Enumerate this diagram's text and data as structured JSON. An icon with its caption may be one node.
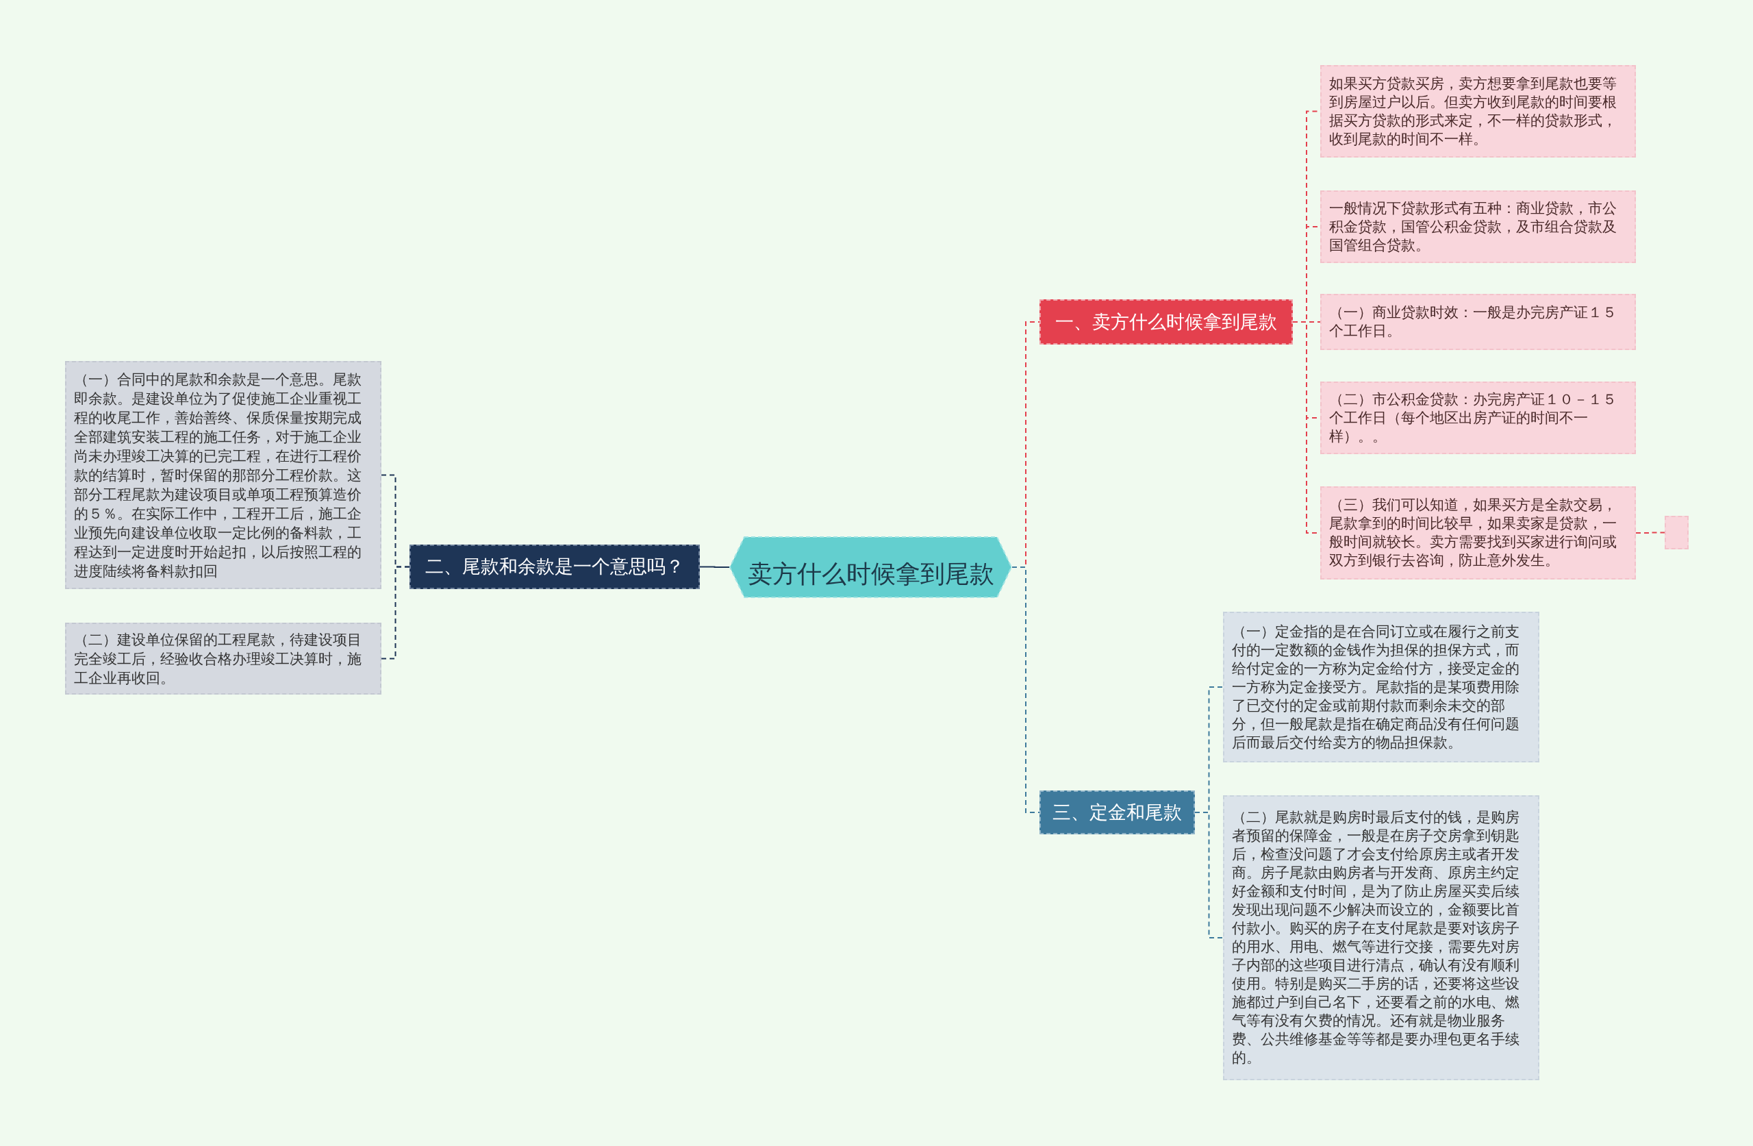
{
  "diagram": {
    "nodes": [
      {
        "text": [
          "卖方什么时候拿到尾款"
        ]
      },
      {
        "text": [
          "一、卖方什么时候拿到尾款"
        ]
      },
      {
        "text": [
          "如果买方贷款买房，卖方想要拿到尾款也要等到房屋过户以后。但卖方收到尾款的时间要根据买方贷款的形式来定，不一样的贷款形式，收到尾款的时间不一样。"
        ]
      },
      {
        "text": [
          "一般情况下贷款形式有五种：商业贷款，市公积金贷款，国管公积金贷款，及市组合贷款及国管组合贷款。"
        ]
      },
      {
        "text": [
          "（一）商业贷款时效：一般是办完房产证１５个工作日。"
        ]
      },
      {
        "text": [
          "（二）市公积金贷款：办完房产证１０－１５个工作日（每个地区出房产证的时间不一样）。。"
        ]
      },
      {
        "text": [
          "（三）我们可以知道，如果买方是全款交易，尾款拿到的时间比较早，如果卖家是贷款，一般时间就较长。卖方需要找到买家进行询问或双方到银行去咨询，防止意外发生。"
        ]
      },
      {
        "text": [],
        "shape": "box"
      },
      {
        "text": [
          "二、尾款和余款是一个意思吗？"
        ]
      },
      {
        "text": [
          "（一）合同中的尾款和余款是一个意思。尾款即余款。是建设单位为了促使施工企业重视工程的收尾工作，善始善终、保质保量按期完成全部建筑安装工程的施工任务，对于施工企业尚未办理竣工决算的已完工程，在进行工程价款的结算时，暂时保留的那部分工程价款。这部分工程尾款为建设项目或单项工程预算造价的５％。在实际工作中，工程开工后，施工企业预先向建设单位收取一定比例的备料款，工程达到一定进度时开始起扣，以后按照工程的进度陆续将备料款扣回"
        ]
      },
      {
        "text": [
          "（二）建设单位保留的工程尾款，待建设项目完全竣工后，经验收合格办理竣工决算时，施工企业再收回。"
        ]
      },
      {
        "text": [
          "三、定金和尾款"
        ]
      },
      {
        "text": [
          "（一）定金指的是在合同订立或在履行之前支付的一定数额的金钱作为担保的担保方式，而给付定金的一方称为定金给付方，接受定金的一方称为定金接受方。尾款指的是某项费用除了已交付的定金或前期付款而剩余未交的部分，但一般尾款是指在确定商品没有任何问题后而最后交付给卖方的物品担保款。"
        ]
      },
      {
        "text": [
          "（二）尾款就是购房时最后支付的钱，是购房者预留的保障金，一般是在房子交房拿到钥匙后，检查没问题了才会支付给原房主或者开发商。房子尾款由购房者与开发商、原房主约定好金额和支付时间，是为了防止房屋买卖后续发现出现问题不少解决而设立的，金额要比首付款小。购买的房子在支付尾款是要对该房子的用水、用电、燃气等进行交接，需要先对房子内部的这些项目进行清点，确认有没有顺利使用。特别是购买二手房的话，还要将这些设施都过户到自己名下，还要看之前的水电、燃气等有没有欠费的情况。还有就是物业服务费、公共维修基金等等都是要办理包更名手续的。"
        ]
      }
    ],
    "edges": [
      {
        "from": 0,
        "to": 1,
        "arrow": "none",
        "style": "dashed",
        "color": "#e4404e"
      },
      {
        "from": 1,
        "to": 2,
        "arrow": "none",
        "style": "dashed",
        "color": "#e4404e"
      },
      {
        "from": 1,
        "to": 3,
        "arrow": "none",
        "style": "dashed",
        "color": "#e4404e"
      },
      {
        "from": 1,
        "to": 4,
        "arrow": "none",
        "style": "dashed",
        "color": "#e4404e"
      },
      {
        "from": 1,
        "to": 5,
        "arrow": "none",
        "style": "dashed",
        "color": "#e4404e"
      },
      {
        "from": 1,
        "to": 6,
        "arrow": "none",
        "style": "dashed",
        "color": "#e4404e"
      },
      {
        "from": 6,
        "to": 7,
        "arrow": "none",
        "style": "dashed",
        "color": "#e4404e"
      },
      {
        "from": 0,
        "to": 8,
        "arrow": "none",
        "color": "#1e3556"
      },
      {
        "from": 8,
        "to": 9,
        "arrow": "none",
        "style": "dashed",
        "color": "#1e3556"
      },
      {
        "from": 8,
        "to": 10,
        "arrow": "none",
        "style": "dashed",
        "color": "#1e3556"
      },
      {
        "from": 0,
        "to": 11,
        "arrow": "none",
        "style": "dashed",
        "color": "#3e7a9c"
      },
      {
        "from": 11,
        "to": 12,
        "arrow": "none",
        "style": "dashed",
        "color": "#3e7a9c"
      },
      {
        "from": 11,
        "to": 13,
        "arrow": "none",
        "style": "dashed",
        "color": "#3e7a9c"
      }
    ]
  }
}
